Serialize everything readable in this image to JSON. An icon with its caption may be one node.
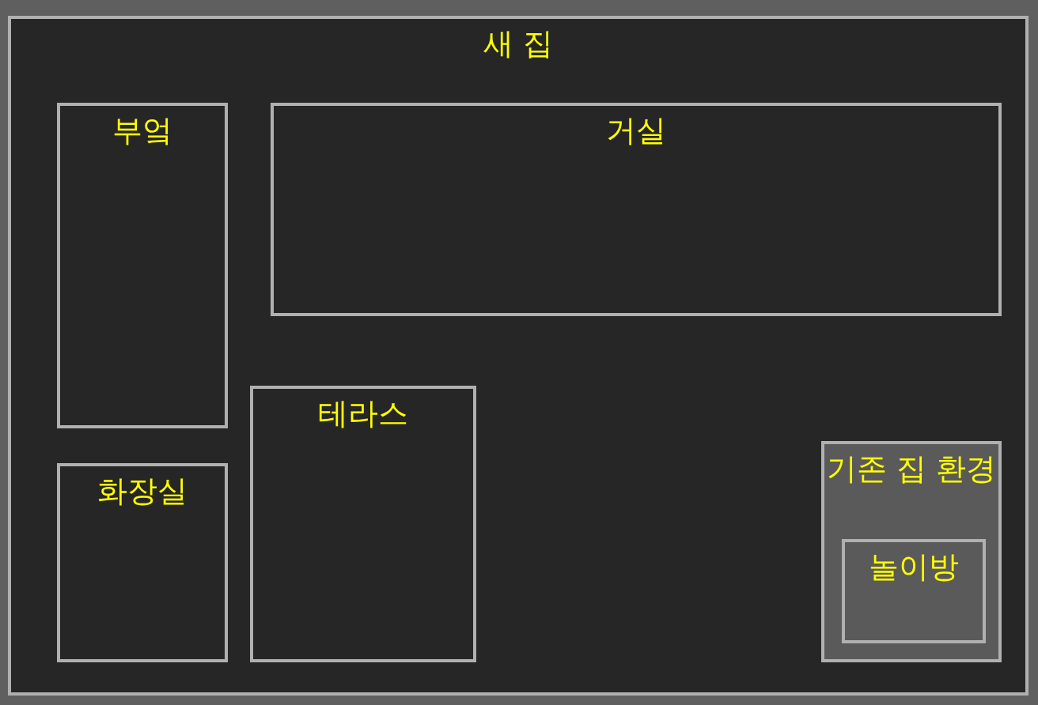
{
  "diagram": {
    "nodes": [
      {
        "text": [
          "새 집"
        ]
      },
      {
        "text": [
          "부엌"
        ],
        "in": 0
      },
      {
        "text": [
          "거실"
        ],
        "in": 0
      },
      {
        "text": [
          "테라스"
        ],
        "in": 0
      },
      {
        "text": [
          "화장실"
        ],
        "in": 0
      },
      {
        "text": [
          "기존 집 환경"
        ],
        "in": 0
      },
      {
        "text": [
          "놀이방"
        ],
        "in": 5
      }
    ]
  }
}
